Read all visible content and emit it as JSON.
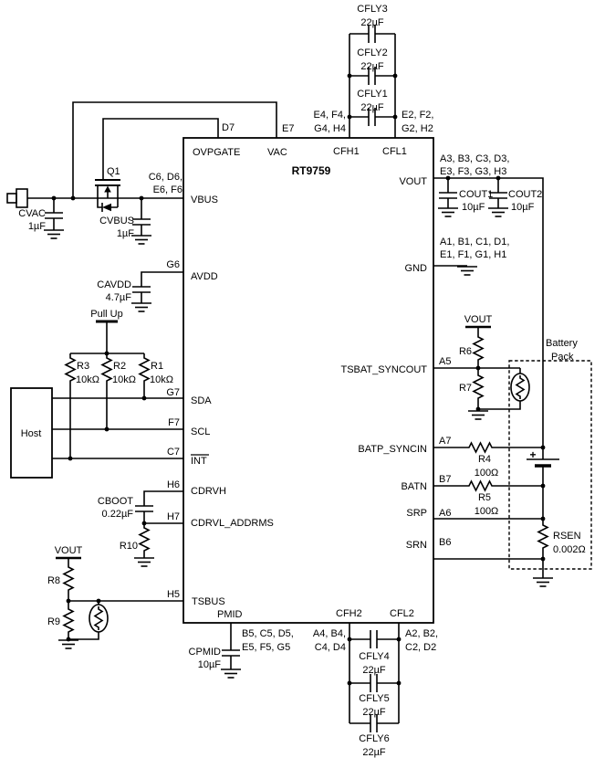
{
  "chip": {
    "name": "RT9759",
    "pins": {
      "ovpgate": "OVPGATE",
      "vac": "VAC",
      "cfh1": "CFH1",
      "cfl1": "CFL1",
      "vbus": "VBUS",
      "avdd": "AVDD",
      "sda": "SDA",
      "scl": "SCL",
      "int": "INT",
      "cdrvh": "CDRVH",
      "cdrvl": "CDRVL_ADDRMS",
      "tsbus": "TSBUS",
      "pmid": "PMID",
      "cfh2": "CFH2",
      "cfl2": "CFL2",
      "vout": "VOUT",
      "gnd": "GND",
      "tsbat": "TSBAT_SYNCOUT",
      "batp": "BATP_SYNCIN",
      "batn": "BATN",
      "srp": "SRP",
      "srn": "SRN"
    }
  },
  "balls": {
    "d7": "D7",
    "e7": "E7",
    "vbus_1": "C6, D6,",
    "vbus_2": "E6, F6",
    "cfh1_1": "E4, F4,",
    "cfh1_2": "G4, H4",
    "cfl1_1": "E2, F2,",
    "cfl1_2": "G2, H2",
    "vout_1": "A3, B3, C3, D3,",
    "vout_2": "E3, F3, G3, H3",
    "gnd_1": "A1, B1, C1, D1,",
    "gnd_2": "E1, F1, G1, H1",
    "g6": "G6",
    "g7": "G7",
    "f7": "F7",
    "c7": "C7",
    "h6": "H6",
    "h7": "H7",
    "h5": "H5",
    "a5": "A5",
    "a7": "A7",
    "b7": "B7",
    "a6": "A6",
    "b6": "B6",
    "pmid_1": "B5, C5, D5,",
    "pmid_2": "E5, F5, G5",
    "cfh2_1": "A4, B4,",
    "cfh2_2": "C4, D4",
    "cfl2_1": "A2, B2,",
    "cfl2_2": "C2, D2"
  },
  "components": {
    "cfly1": {
      "ref": "CFLY1",
      "value": "22µF"
    },
    "cfly2": {
      "ref": "CFLY2",
      "value": "22µF"
    },
    "cfly3": {
      "ref": "CFLY3",
      "value": "22µF"
    },
    "cfly4": {
      "ref": "CFLY4",
      "value": "22µF"
    },
    "cfly5": {
      "ref": "CFLY5",
      "value": "22µF"
    },
    "cfly6": {
      "ref": "CFLY6",
      "value": "22µF"
    },
    "cvac": {
      "ref": "CVAC",
      "value": "1µF"
    },
    "cvbus": {
      "ref": "CVBUS",
      "value": "1µF"
    },
    "q1": {
      "ref": "Q1"
    },
    "cavdd": {
      "ref": "CAVDD",
      "value": "4.7µF"
    },
    "r1": {
      "ref": "R1",
      "value": "10kΩ"
    },
    "r2": {
      "ref": "R2",
      "value": "10kΩ"
    },
    "r3": {
      "ref": "R3",
      "value": "10kΩ"
    },
    "cboot": {
      "ref": "CBOOT",
      "value": "0.22µF"
    },
    "r10": {
      "ref": "R10"
    },
    "r8": {
      "ref": "R8"
    },
    "r9": {
      "ref": "R9"
    },
    "cpmid": {
      "ref": "CPMID",
      "value": "10µF"
    },
    "cout1": {
      "ref": "COUT1",
      "value": "10µF"
    },
    "cout2": {
      "ref": "COUT2",
      "value": "10µF"
    },
    "r6": {
      "ref": "R6"
    },
    "r7": {
      "ref": "R7"
    },
    "r4": {
      "ref": "R4",
      "value": "100Ω"
    },
    "r5": {
      "ref": "R5",
      "value": "100Ω"
    },
    "rsen": {
      "ref": "RSEN",
      "value": "0.002Ω"
    }
  },
  "nets": {
    "pull_up": "Pull Up",
    "vout_left": "VOUT",
    "vout_right": "VOUT",
    "host": "Host",
    "battery_line1": "Battery",
    "battery_line2": "Pack",
    "battery_plus": "+"
  }
}
